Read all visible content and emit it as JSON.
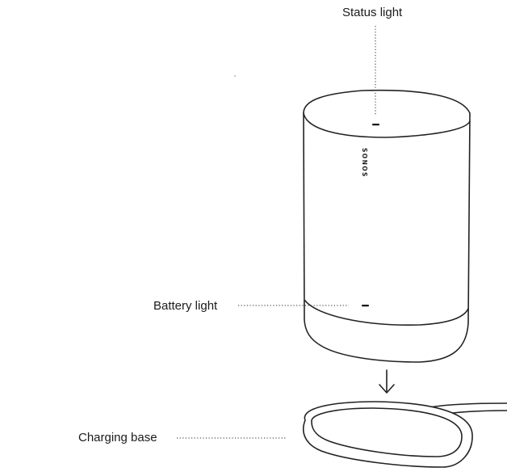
{
  "labels": {
    "status_light": "Status light",
    "battery_light": "Battery light",
    "charging_base": "Charging base"
  },
  "speaker": {
    "brand": "SONOS"
  },
  "icons": {
    "arrow": "arrow-down-icon"
  }
}
